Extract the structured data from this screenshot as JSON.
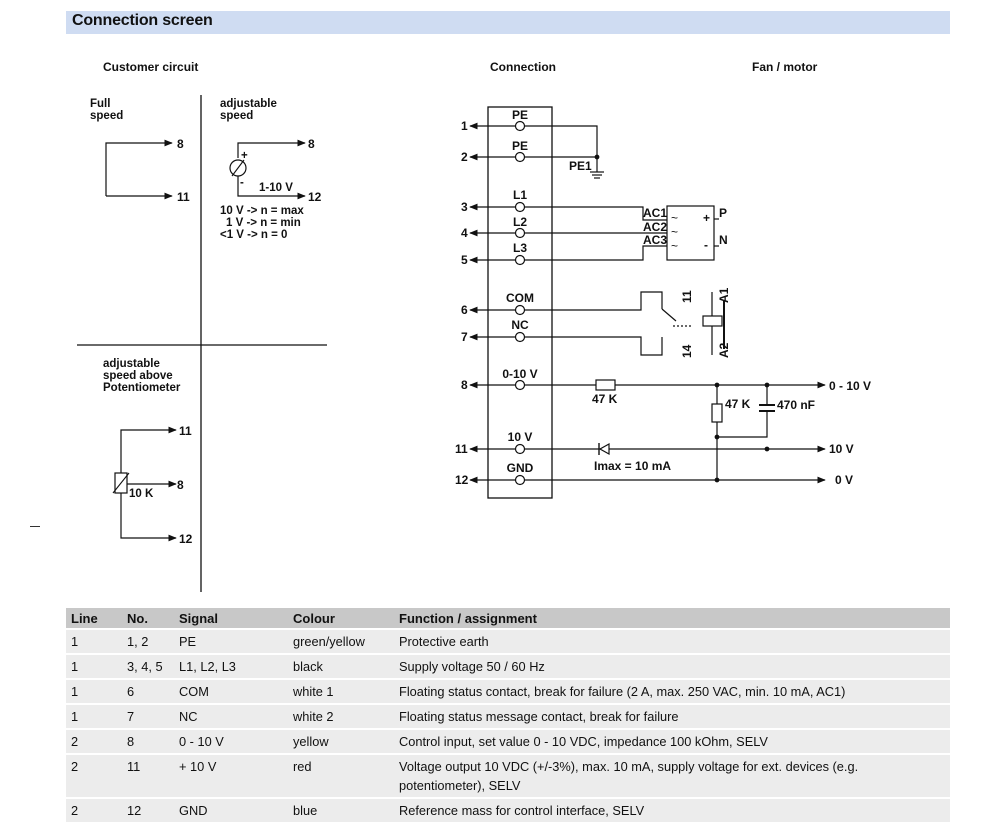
{
  "header": {
    "title": "Connection screen"
  },
  "diagram": {
    "section_customer": "Customer circuit",
    "section_connection": "Connection",
    "section_fan": "Fan / motor",
    "full_speed": [
      "Full",
      "speed"
    ],
    "adjustable_speed": [
      "adjustable",
      "speed"
    ],
    "adjustable_pot": [
      "adjustable",
      "speed above",
      "Potentiometer"
    ],
    "range_1_10": "1-10 V",
    "rule_max": "10 V -> n = max",
    "rule_min": "1 V -> n = min",
    "rule_zero": "<1 V -> n = 0",
    "pot_value": "10 K",
    "plus": "+",
    "minus": "-",
    "cust_full_pins": [
      "8",
      "11"
    ],
    "cust_adj_pins": [
      "8",
      "12"
    ],
    "cust_pot_pins": [
      "11",
      "8",
      "12"
    ],
    "terminal_numbers": [
      "1",
      "2",
      "3",
      "4",
      "5",
      "6",
      "7",
      "8",
      "11",
      "12"
    ],
    "terminal_labels": [
      "PE",
      "PE",
      "L1",
      "L2",
      "L3",
      "COM",
      "NC",
      "0-10 V",
      "10 V",
      "GND"
    ],
    "pe1": "PE1",
    "ac_labels": [
      "AC1",
      "AC2",
      "AC3"
    ],
    "tilde": "~",
    "rect_plus": "+",
    "rect_minus": "-",
    "p_label": "P",
    "n_label": "N",
    "relay_labels": [
      "11",
      "14",
      "A1",
      "A2"
    ],
    "r_series": "47 K",
    "r_shunt": "47 K",
    "cap": "470 nF",
    "imax": "Imax = 10 mA",
    "out_0_10": "0 - 10 V",
    "out_10": "10 V",
    "out_0": "0 V"
  },
  "table": {
    "headers": [
      "Line",
      "No.",
      "Signal",
      "Colour",
      "Function / assignment"
    ],
    "rows": [
      [
        "1",
        "1, 2",
        "PE",
        "green/yellow",
        "Protective earth"
      ],
      [
        "1",
        "3, 4, 5",
        "L1, L2, L3",
        "black",
        "Supply voltage 50 / 60 Hz"
      ],
      [
        "1",
        "6",
        "COM",
        "white 1",
        "Floating status contact, break for failure (2 A, max. 250 VAC, min. 10 mA, AC1)"
      ],
      [
        "1",
        "7",
        "NC",
        "white 2",
        "Floating status message contact, break for failure"
      ],
      [
        "2",
        "8",
        "0 - 10 V",
        "yellow",
        "Control input, set value 0 - 10 VDC, impedance 100 kOhm, SELV"
      ],
      [
        "2",
        "11",
        "+ 10 V",
        "red",
        "Voltage output 10 VDC (+/-3%), max. 10 mA, supply voltage for ext. devices (e.g. potentiometer), SELV"
      ],
      [
        "2",
        "12",
        "GND",
        "blue",
        "Reference mass for control interface, SELV"
      ]
    ]
  }
}
